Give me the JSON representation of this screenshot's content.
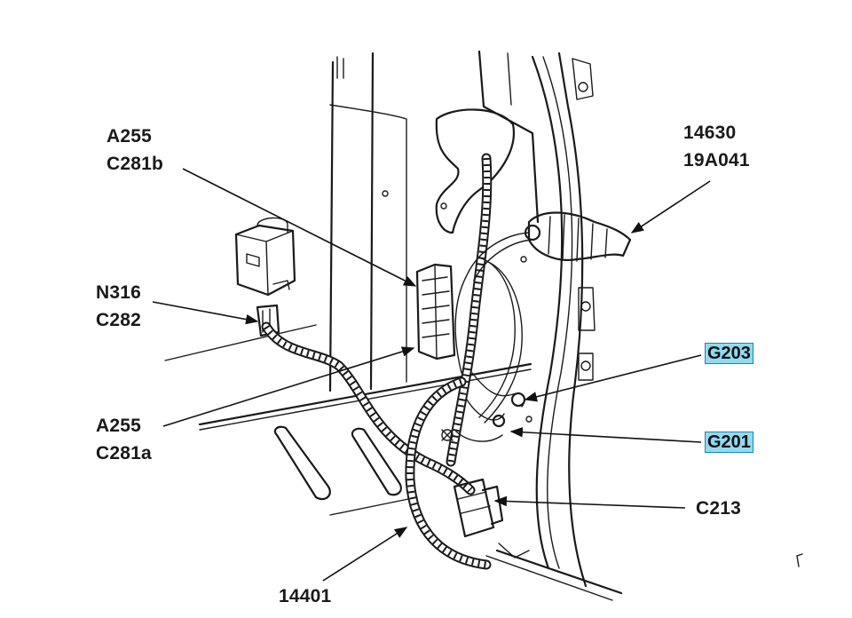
{
  "callouts": {
    "a255_top": {
      "line1": "A255",
      "line2": "C281b"
    },
    "part_14630": {
      "line1": "14630",
      "line2": "19A041"
    },
    "n316": {
      "line1": "N316",
      "line2": "C282"
    },
    "g203": "G203",
    "a255_bottom": {
      "line1": "A255",
      "line2": "C281a"
    },
    "g201": "G201",
    "c213": "C213",
    "part_14401": "14401"
  },
  "colors": {
    "highlight": "#8fdcf2",
    "line": "#1a1a1a"
  }
}
